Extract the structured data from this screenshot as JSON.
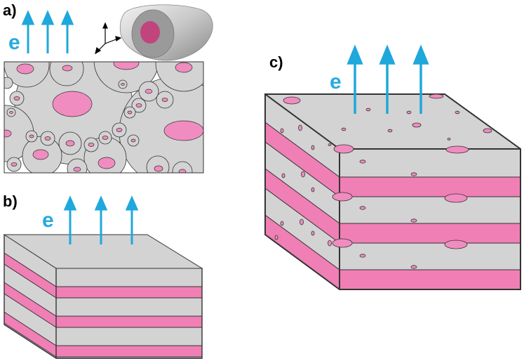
{
  "figure": {
    "panel_a": {
      "label": "a)",
      "field_label": "e",
      "arrow_count": 3
    },
    "panel_b": {
      "label": "b)",
      "field_label": "e",
      "arrow_count": 3,
      "pink_layer_count": 3,
      "grey_layer_count": 3
    },
    "panel_c": {
      "label": "c)",
      "field_label": "e",
      "arrow_count": 3,
      "pink_layer_count": 3,
      "grey_layer_count": 3
    }
  },
  "colors": {
    "matrix_grey": "#d3d3d3",
    "inclusion_pink": "#f08cbf",
    "layer_pink": "#f07fb5",
    "arrow_cyan": "#1ea8dc",
    "label_cyan": "#29a9df",
    "outline": "#222222"
  }
}
